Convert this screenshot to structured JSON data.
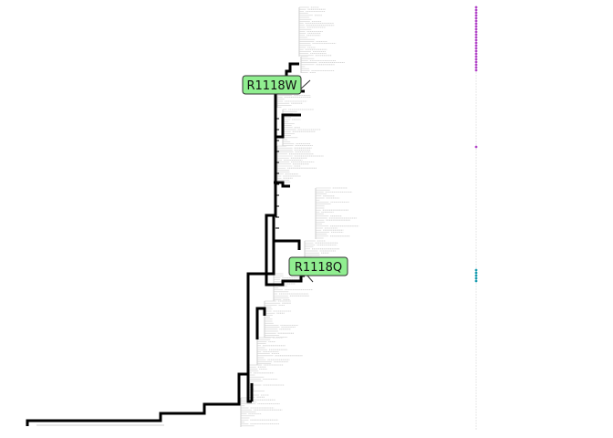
{
  "tree": {
    "mutation_labels": [
      {
        "id": "r1118w",
        "text": "R1118W"
      },
      {
        "id": "r1118q",
        "text": "R1118Q"
      }
    ],
    "colors": {
      "background": "#ffffff",
      "highlight_branch": "#000000",
      "tree_branch": "#cfcfcf",
      "tip_label": "#c8c8c8",
      "mutation_label_fill": "#90ee90",
      "mutation_label_border": "#333333",
      "tip_marker_group_a": "#b246c8",
      "tip_marker_group_b": "#1a9cb0",
      "tip_marker_group_c": "#e0e0e0"
    }
  }
}
